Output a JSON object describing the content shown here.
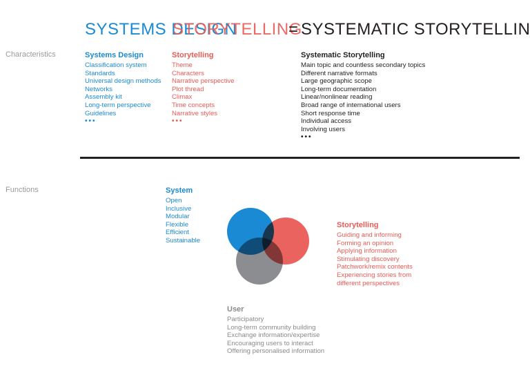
{
  "title": {
    "part1": "SYSTEMS DESIGN",
    "part2": "STORYTELLING",
    "equals": "=",
    "result": "SYSTEMATIC STORYTELLING"
  },
  "characteristics": {
    "label": "Characteristics",
    "systems_design": {
      "heading": "Systems Design",
      "items": [
        "Classification system",
        "Standards",
        "Universal design methods",
        "Networks",
        "Assembly kit",
        "Long-term perspective",
        "Guidelines"
      ],
      "more": "•••"
    },
    "storytelling": {
      "heading": "Storytelling",
      "items": [
        "Theme",
        "Characters",
        "Narrative perspective",
        "Plot thread",
        "Climax",
        "Time concepts",
        "Narrative styles"
      ],
      "more": "•••"
    },
    "systematic": {
      "heading": "Systematic Storytelling",
      "items": [
        "Main topic and countless secondary topics",
        "Different narrative formats",
        "Large geographic scope",
        "Long-term documentation",
        "Linear/nonlinear reading",
        "Broad range of international users",
        "Short response time",
        "Individual access",
        "Involving users"
      ],
      "more": "•••"
    }
  },
  "functions": {
    "label": "Functions",
    "system": {
      "heading": "System",
      "items": [
        "Open",
        "Inclusive",
        "Modular",
        "Flexible",
        "Efficient",
        "Sustainable"
      ]
    },
    "storytelling": {
      "heading": "Storytelling",
      "items": [
        "Guiding and informing",
        "Forming an opinion",
        "Applying information",
        "Stimulating discovery",
        "Patchwork/remix contents",
        "Experiencing stories from",
        "different perspectives"
      ]
    },
    "user": {
      "heading": "User",
      "items": [
        "Participatory",
        "Long-term community building",
        "Exchange information/expertise",
        "Encouraging users to interact",
        "Offering personalised information"
      ]
    }
  },
  "colors": {
    "blue": "#1a8ad4",
    "red": "#ea5a55",
    "grey": "#8a8a8a",
    "dark": "#231f20"
  }
}
